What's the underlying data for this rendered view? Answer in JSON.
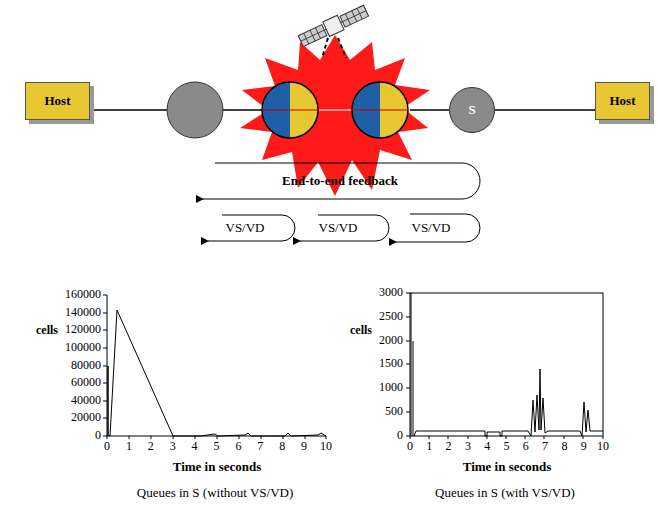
{
  "diagram": {
    "nodes": [
      {
        "text": [
          "Host"
        ]
      },
      {
        "text": [
          "S"
        ]
      },
      {
        "text": [
          "Host"
        ]
      }
    ],
    "edges": [
      {
        "from": 1,
        "to": 2,
        "arrow": "none"
      }
    ],
    "labels": [
      "End-to-end feedback",
      "VS/VD",
      "VS/VD",
      "VS/VD",
      "160000",
      "140000",
      "120000",
      "100000",
      "80000",
      "60000",
      "40000",
      "20000",
      "0",
      "cells",
      "0",
      "1",
      "2",
      "3",
      "4",
      "5",
      "6",
      "7",
      "8",
      "9",
      "10",
      "Time in seconds",
      "Queues in S (without VS/VD)",
      "3000",
      "2500",
      "2000",
      "1500",
      "1000",
      "500",
      "0",
      "cells",
      "0",
      "1",
      "2",
      "3",
      "4",
      "5",
      "6",
      "7",
      "8",
      "9",
      "10",
      "Time in seconds",
      "Queues in S (with VS/VD)"
    ]
  }
}
